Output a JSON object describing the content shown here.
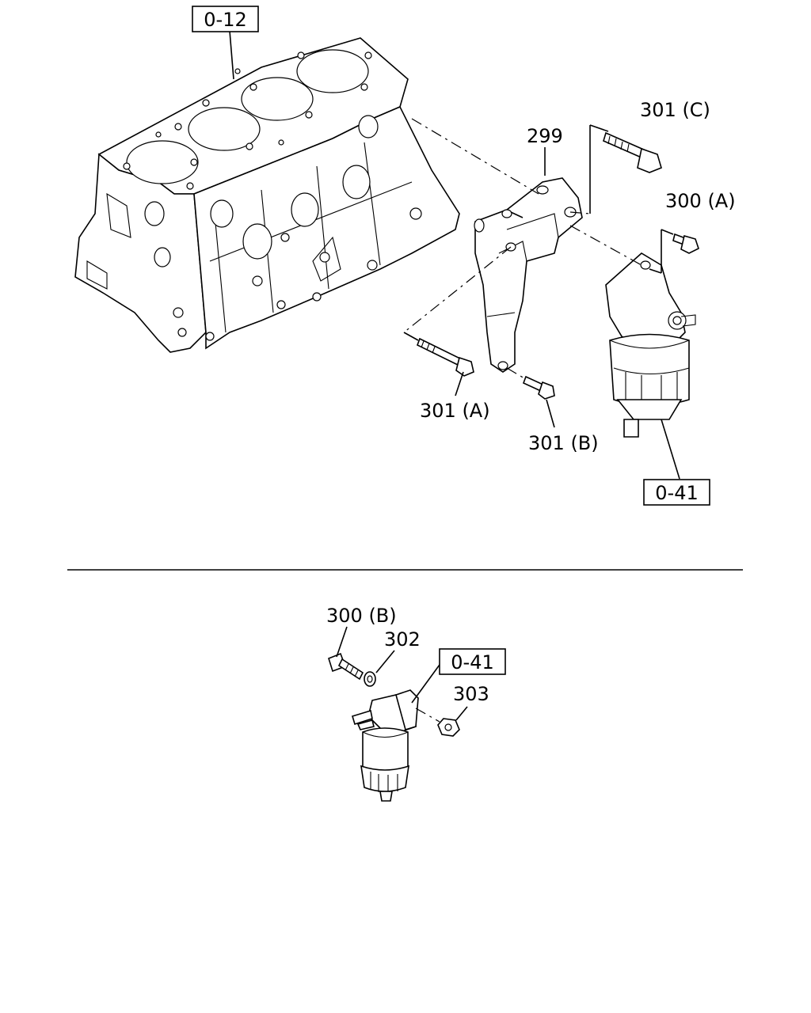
{
  "callouts": {
    "engine_block_ref": "0-12",
    "filter_ref_top": "0-41",
    "filter_ref_bottom": "0-41",
    "bracket": "299",
    "bolt_301c": "301 (C)",
    "bolt_300a": "300 (A)",
    "bolt_301a": "301 (A)",
    "bolt_301b": "301 (B)",
    "bolt_300b": "300 (B)",
    "washer": "302",
    "nut": "303"
  }
}
